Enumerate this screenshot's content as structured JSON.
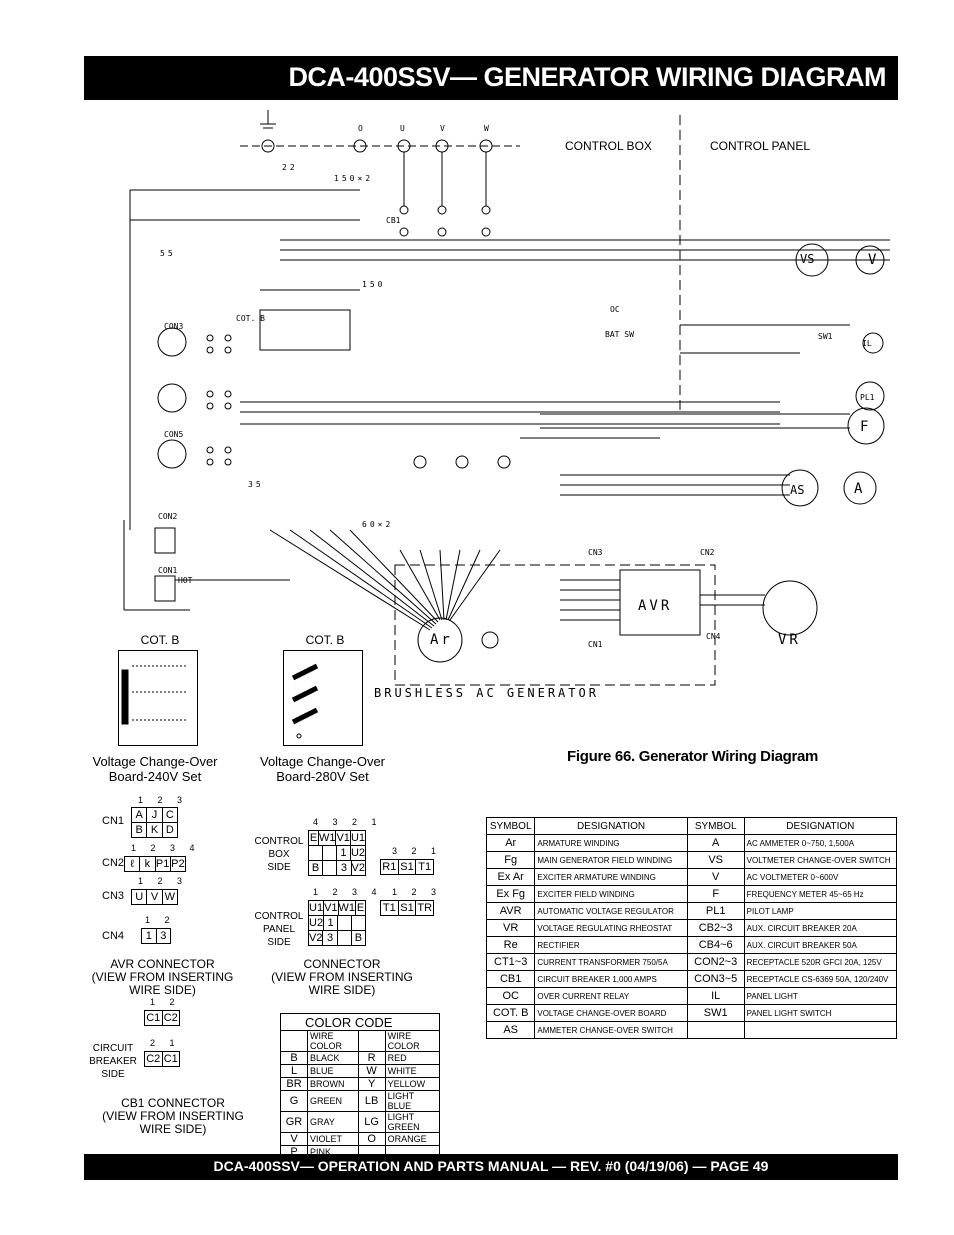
{
  "header": {
    "title": "DCA-400SSV— GENERATOR WIRING DIAGRAM"
  },
  "footer": {
    "text": "DCA-400SSV— OPERATION AND PARTS MANUAL — REV. #0  (04/19/06) — PAGE 49"
  },
  "diagram": {
    "control_box_label": "CONTROL BOX",
    "control_panel_label": "CONTROL PANEL",
    "generator_label": "BRUSHLESS AC GENERATOR",
    "avr_label": "AVR",
    "ar_label": "Ar",
    "vr_label": "VR",
    "terminal_labels": [
      "O",
      "U",
      "V",
      "W"
    ],
    "cn1_label": "CN1",
    "cn2_label": "CN2",
    "cn3_label": "CN3",
    "cn4_label": "CN4",
    "oc_label": "OC",
    "cb1_label": "CB1",
    "con2_label": "CON2",
    "con1_label": "CON1",
    "con3_label": "CON3",
    "con5_label": "CON5",
    "cot_label": "COT. B",
    "sw1_label": "SW1",
    "bat_sw_label": "BAT SW",
    "hot_label": "HOT",
    "dim_150x2": "150×2",
    "dim_150": "150",
    "dim_60x2": "60×2",
    "dim_22": "22",
    "dim_55": "55",
    "dim_35": "35",
    "right_meter_labels": [
      "V",
      "F",
      "A",
      "IL",
      "PL1",
      "VS",
      "AS"
    ]
  },
  "boards": {
    "board240": {
      "title": "COT. B",
      "caption_line1": "Voltage Change-Over",
      "caption_line2": "Board-240V Set"
    },
    "board280": {
      "title": "COT. B",
      "caption_line1": "Voltage Change-Over",
      "caption_line2": "Board-280V Set"
    }
  },
  "figure_caption": "Figure 66. Generator Wiring Diagram",
  "avr_connector": {
    "cn1": {
      "label": "CN1",
      "pins": "1 2 3",
      "row1": [
        "A",
        "J",
        "C"
      ],
      "row2": [
        "B",
        "K",
        "D"
      ]
    },
    "cn2": {
      "label": "CN2",
      "pins": "1 2 3 4",
      "row": [
        "ℓ",
        "k",
        "P1",
        "P2"
      ]
    },
    "cn3": {
      "label": "CN3",
      "pins": "1 2 3",
      "row": [
        "U",
        "V",
        "W"
      ]
    },
    "cn4": {
      "label": "CN4",
      "pins": "1 2",
      "row": [
        "1",
        "3"
      ]
    },
    "caption_line1": "AVR CONNECTOR",
    "caption_line2": "(VIEW FROM INSERTING",
    "caption_line3": "WIRE SIDE)"
  },
  "connector": {
    "control_box_label": [
      "CONTROL",
      "BOX",
      "SIDE"
    ],
    "control_panel_label": [
      "CONTROL",
      "PANEL",
      "SIDE"
    ],
    "box_pins_top": "4 3 2 1",
    "box_row1": [
      "E",
      "W1",
      "V1",
      "U1"
    ],
    "box_row2": [
      "",
      "",
      "1",
      "U2"
    ],
    "box_row3": [
      "B",
      "",
      "3",
      "V2"
    ],
    "small_pins": "3 2 1",
    "small_row": [
      "R1",
      "S1",
      "T1"
    ],
    "panel_pins_top": "1 2 3 4",
    "panel_row1": [
      "U1",
      "V1",
      "W1",
      "E"
    ],
    "panel_row2": [
      "U2",
      "1",
      "",
      ""
    ],
    "panel_row3": [
      "V2",
      "3",
      "",
      "B"
    ],
    "panel_small_pins": "1 2 3",
    "panel_small_row": [
      "T1",
      "S1",
      "TR"
    ],
    "caption_line1": "CONNECTOR",
    "caption_line2": "(VIEW FROM INSERTING",
    "caption_line3": "WIRE SIDE)"
  },
  "cb1_connector": {
    "pins_top": "1 2",
    "row_top": [
      "C1",
      "C2"
    ],
    "pins_bottom": "2 1",
    "row_bottom": [
      "C2",
      "C1"
    ],
    "side_label": [
      "CIRCUIT",
      "BREAKER",
      "SIDE"
    ],
    "caption_line1": "CB1 CONNECTOR",
    "caption_line2": "(VIEW FROM INSERTING",
    "caption_line3": "WIRE SIDE)"
  },
  "color_code": {
    "title": "COLOR CODE",
    "header": "WIRE COLOR",
    "rows": [
      [
        "B",
        "BLACK",
        "R",
        "RED"
      ],
      [
        "L",
        "BLUE",
        "W",
        "WHITE"
      ],
      [
        "BR",
        "BROWN",
        "Y",
        "YELLOW"
      ],
      [
        "G",
        "GREEN",
        "LB",
        "LIGHT BLUE"
      ],
      [
        "GR",
        "GRAY",
        "LG",
        "LIGHT GREEN"
      ],
      [
        "V",
        "VIOLET",
        "O",
        "ORANGE"
      ],
      [
        "P",
        "PINK",
        "",
        ""
      ]
    ]
  },
  "symbols": {
    "header": [
      "SYMBOL",
      "DESIGNATION",
      "SYMBOL",
      "DESIGNATION"
    ],
    "rows": [
      [
        "Ar",
        "ARMATURE WINDING",
        "A",
        "AC AMMETER 0~750, 1,500A"
      ],
      [
        "Fg",
        "MAIN GENERATOR FIELD WINDING",
        "VS",
        "VOLTMETER CHANGE-OVER SWITCH"
      ],
      [
        "Ex Ar",
        "EXCITER ARMATURE WINDING",
        "V",
        "AC VOLTMETER 0~600V"
      ],
      [
        "Ex Fg",
        "EXCITER FIELD WINDING",
        "F",
        "FREQUENCY METER 45~65 Hz"
      ],
      [
        "AVR",
        "AUTOMATIC VOLTAGE REGULATOR",
        "PL1",
        "PILOT LAMP"
      ],
      [
        "VR",
        "VOLTAGE REGULATING RHEOSTAT",
        "CB2~3",
        "AUX.  CIRCUIT BREAKER 20A"
      ],
      [
        "Re",
        "RECTIFIER",
        "CB4~6",
        "AUX.  CIRCUIT BREAKER 50A"
      ],
      [
        "CT1~3",
        "CURRENT TRANSFORMER 750/5A",
        "CON2~3",
        "RECEPTACLE  520R GFCI  20A, 125V"
      ],
      [
        "CB1",
        "CIRCUIT BREAKER 1,000 AMPS",
        "CON3~5",
        "RECEPTACLE  CS-6369  50A, 120/240V"
      ],
      [
        "OC",
        "OVER CURRENT RELAY",
        "IL",
        "PANEL LIGHT"
      ],
      [
        "COT. B",
        "VOLTAGE CHANGE-OVER BOARD",
        "SW1",
        "PANEL LIGHT SWITCH"
      ],
      [
        "AS",
        "AMMETER CHANGE-OVER SWITCH",
        "",
        ""
      ]
    ]
  }
}
